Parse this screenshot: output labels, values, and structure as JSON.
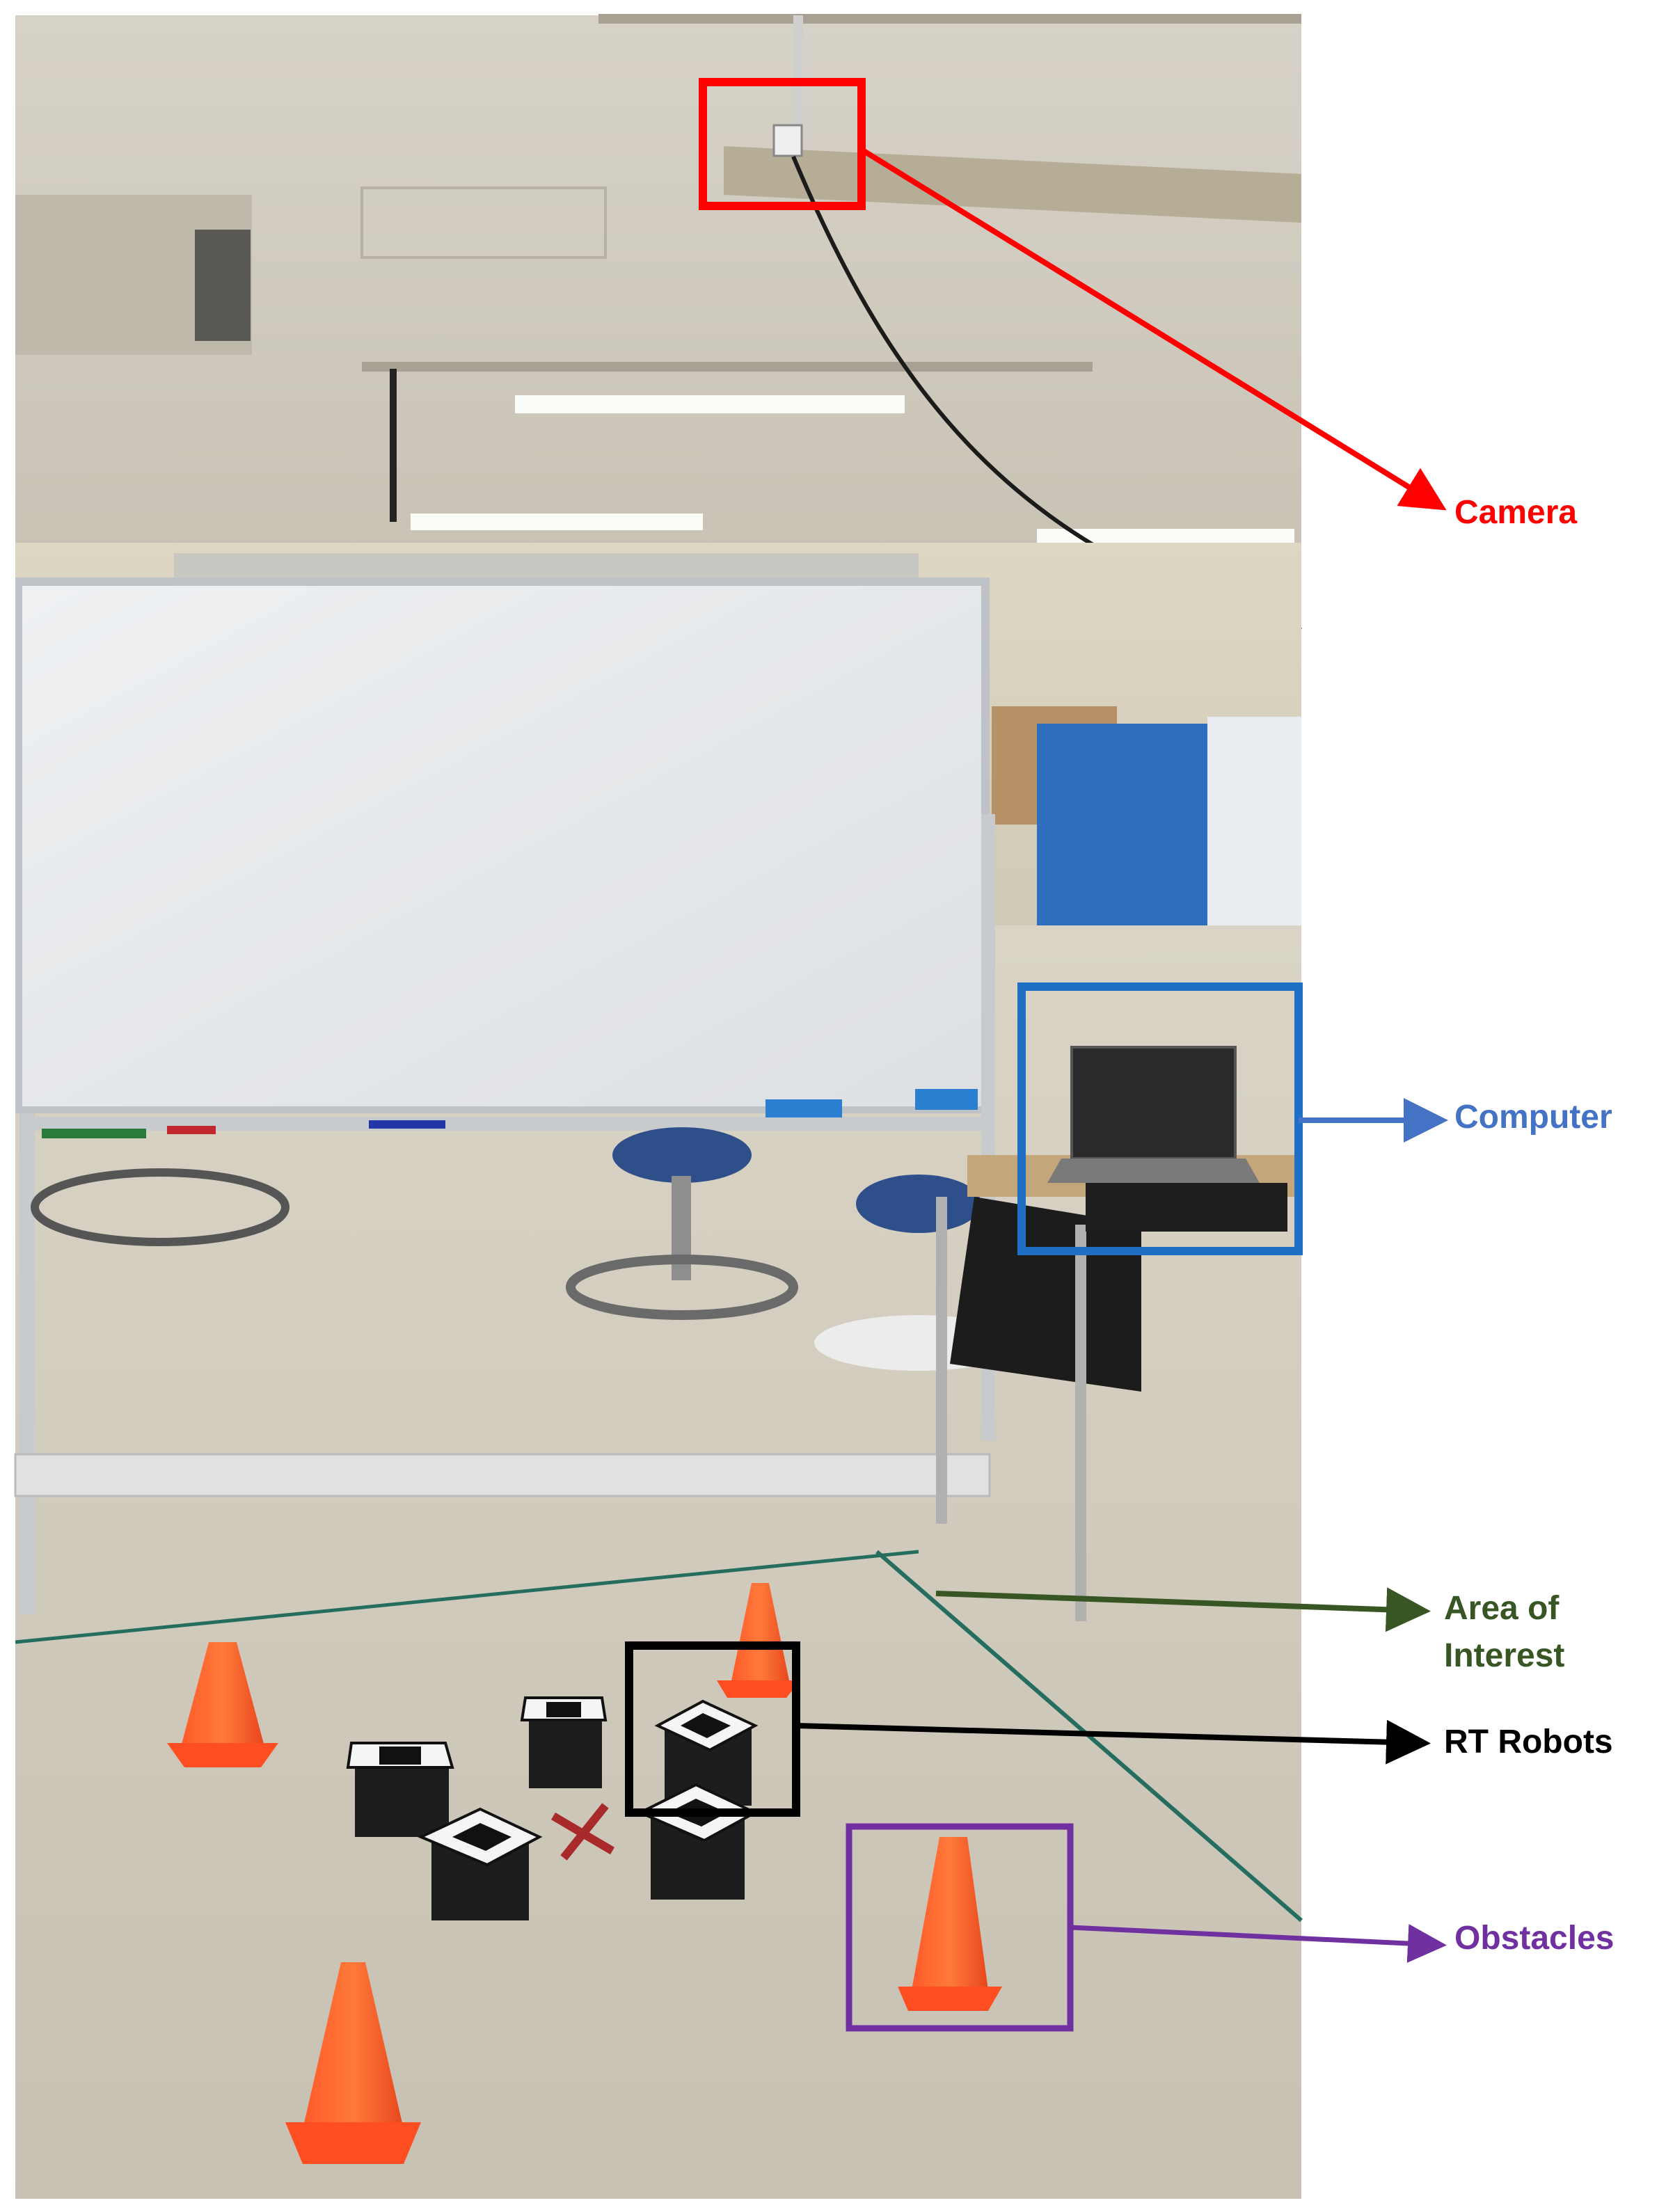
{
  "annotations": [
    {
      "key": "camera",
      "label": "Camera",
      "color": "#ff0000"
    },
    {
      "key": "computer",
      "label": "Computer",
      "color": "#4472c4"
    },
    {
      "key": "area",
      "label": "Area of Interest",
      "color": "#375623"
    },
    {
      "key": "robots",
      "label": "RT Robots",
      "color": "#000000"
    },
    {
      "key": "obstacles",
      "label": "Obstacles",
      "color": "#7030a0"
    }
  ],
  "box_colors": {
    "camera": "#ff0000",
    "computer": "#1f6fc5",
    "robots": "#000000",
    "obstacles": "#7030a0",
    "area_arrow": "#375623"
  }
}
